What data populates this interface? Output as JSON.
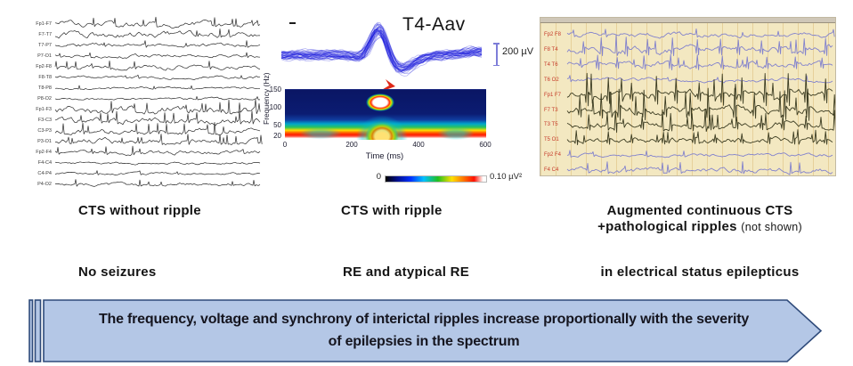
{
  "panels": {
    "left": {
      "caption": "CTS without ripple",
      "finding": "No seizures",
      "channels": [
        "Fp1-F7",
        "F7-T7",
        "T7-P7",
        "P7-O1",
        "Fp2-F8",
        "F8-T8",
        "T8-P8",
        "P8-O2",
        "Fp1-F3",
        "F3-C3",
        "C3-P3",
        "P3-O1",
        "Fp2-F4",
        "F4-C4",
        "C4-P4",
        "P4-O2"
      ]
    },
    "middle": {
      "trace_label": "T4-Aav",
      "scale_label": "200 µV",
      "caption": "CTS with ripple",
      "finding": "RE and atypical RE",
      "spectrogram": {
        "ylabel": "Frequency (Hz)",
        "xlabel": "Time (ms)",
        "yticks": [
          "150",
          "100",
          "50",
          "20"
        ],
        "ytick_hz": [
          150,
          100,
          50,
          20
        ],
        "xticks": [
          "0",
          "200",
          "400",
          "600"
        ],
        "xtick_ms": [
          0,
          200,
          400,
          600
        ],
        "freq_range_hz": [
          20,
          150
        ],
        "time_range_ms": [
          0,
          600
        ],
        "colorbar_min": "0",
        "colorbar_max": "0.10 µV²"
      }
    },
    "right": {
      "caption_line1": "Augmented continuous CTS",
      "caption_line2": "+pathological ripples",
      "caption_note": "(not shown)",
      "finding": "in electrical status epilepticus",
      "channels": [
        "Fp2 F8",
        "F8 T4",
        "T4 T6",
        "T6 O2",
        "Fp1 F7",
        "F7 T3",
        "T3 T5",
        "T5 O1",
        "Fp2 F4",
        "F4 C4"
      ]
    }
  },
  "banner": {
    "line1": "The frequency, voltage and synchrony of interictal ripples increase proportionally with the severity",
    "line2": "of epilepsies in the spectrum"
  },
  "colors": {
    "banner_fill": "#b4c7e6",
    "banner_border": "#2e4a7a",
    "bundle_trace": "#1212dc",
    "right_bg": "#f3e8c1",
    "right_label": "#c63a2a",
    "right_trace_purple": "#8282cd",
    "right_trace_olive": "#3d3d22",
    "left_trace": "#2b2b2b",
    "arrow_red": "#e02818"
  }
}
